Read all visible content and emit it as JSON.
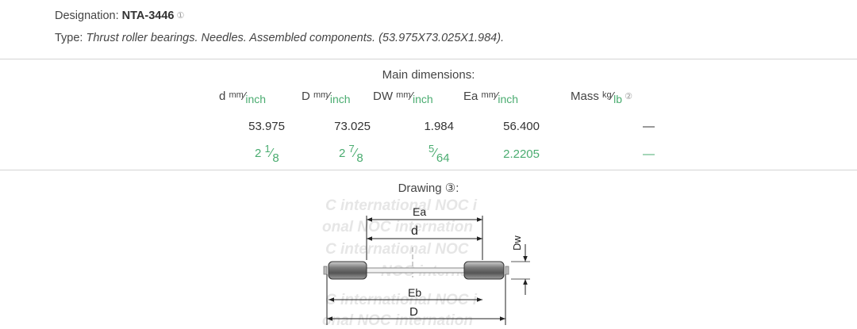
{
  "designation": {
    "label": "Designation:",
    "value": "NTA-3446",
    "note": "①"
  },
  "type": {
    "label": "Type:",
    "value": "Thrust roller bearings. Needles. Assembled components. (53.975X73.025X1.984)."
  },
  "main_dimensions": {
    "title": "Main dimensions:",
    "columns": [
      {
        "name": "d",
        "sup": "mm",
        "sub": "inch"
      },
      {
        "name": "D",
        "sup": "mm",
        "sub": "inch"
      },
      {
        "name": "DW",
        "sup": "mm",
        "sub": "inch"
      },
      {
        "name": "Ea",
        "sup": "mm",
        "sub": "inch"
      },
      {
        "name": "Mass",
        "sup": "kg",
        "sub": "lb",
        "note": "②"
      }
    ],
    "mm_row": [
      "53.975",
      "73.025",
      "1.984",
      "56.400",
      "—"
    ],
    "inch_row": [
      {
        "whole": "2",
        "num": "1",
        "den": "8"
      },
      {
        "whole": "2",
        "num": "7",
        "den": "8"
      },
      {
        "whole": "",
        "num": "5",
        "den": "64"
      },
      "2.2205",
      "—"
    ]
  },
  "drawing": {
    "title": "Drawing ③:",
    "labels": {
      "Ea": "Ea",
      "d": "d",
      "Dw": "Dw",
      "Eb": "Eb",
      "D": "D"
    },
    "watermark": [
      "C international  NOC i",
      "onal  NOC internation",
      "C international  NOC",
      "NOC internation",
      "C international  NOC i",
      "onal  NOC internation"
    ]
  }
}
